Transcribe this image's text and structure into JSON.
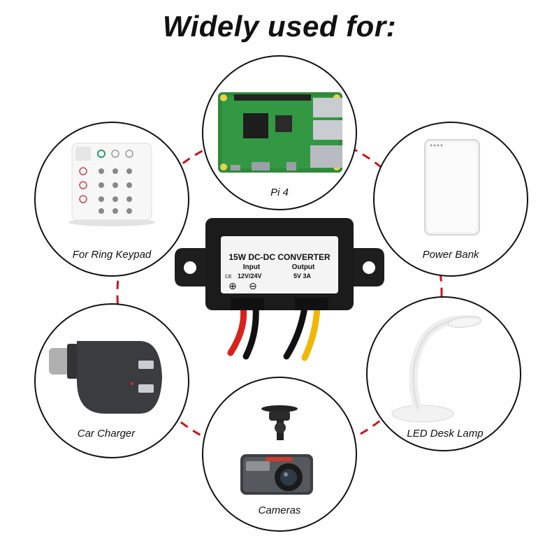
{
  "headline": "Widely used for:",
  "colors": {
    "connector": "#c8151b",
    "ring": "#111111",
    "wire_red": "#d9211c",
    "wire_yellow": "#f2b705"
  },
  "converter": {
    "title": "15W DC-DC CONVERTER",
    "input_label": "Input",
    "output_label": "Output",
    "ce_mark": "CE",
    "input_value": "12V/24V",
    "output_value": "5V 3A",
    "plus_symbol": "⊕",
    "minus_symbol": "⊖"
  },
  "applications": [
    {
      "label": "Pi 4",
      "icon": "circuit-board-icon"
    },
    {
      "label": "For Ring Keypad",
      "icon": "keypad-icon"
    },
    {
      "label": "Power Bank",
      "icon": "power-bank-icon"
    },
    {
      "label": "Car Charger",
      "icon": "car-charger-icon"
    },
    {
      "label": "LED Desk Lamp",
      "icon": "desk-lamp-icon"
    },
    {
      "label": "Cameras",
      "icon": "dash-camera-icon"
    }
  ]
}
